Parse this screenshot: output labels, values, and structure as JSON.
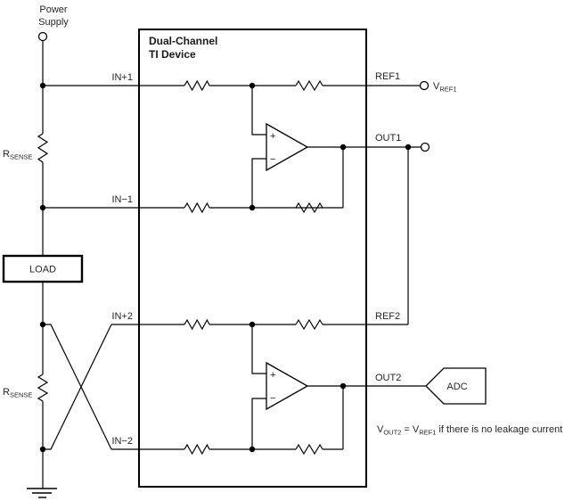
{
  "colors": {
    "line": "#000000",
    "text": "#262626",
    "background": "#ffffff"
  },
  "power_supply": {
    "line1": "Power",
    "line2": "Supply"
  },
  "rsense": {
    "main": "R",
    "sub": "SENSE"
  },
  "load": {
    "label": "LOAD"
  },
  "device": {
    "title_line1": "Dual-Channel",
    "title_line2": "TI Device"
  },
  "pins": {
    "in_plus_1": "IN+1",
    "in_minus_1": "IN−1",
    "in_plus_2": "IN+2",
    "in_minus_2": "IN−2",
    "ref1": "REF1",
    "out1": "OUT1",
    "ref2": "REF2",
    "out2": "OUT2"
  },
  "opamp": {
    "plus": "+",
    "minus": "−"
  },
  "vref1_terminal": {
    "main": "V",
    "sub": "REF1"
  },
  "adc": {
    "label": "ADC"
  },
  "note": {
    "v_main": "V",
    "v_sub": "OUT2",
    "middle": " = V",
    "ref_sub": "REF1",
    "rest": " if there is no leakage current"
  }
}
